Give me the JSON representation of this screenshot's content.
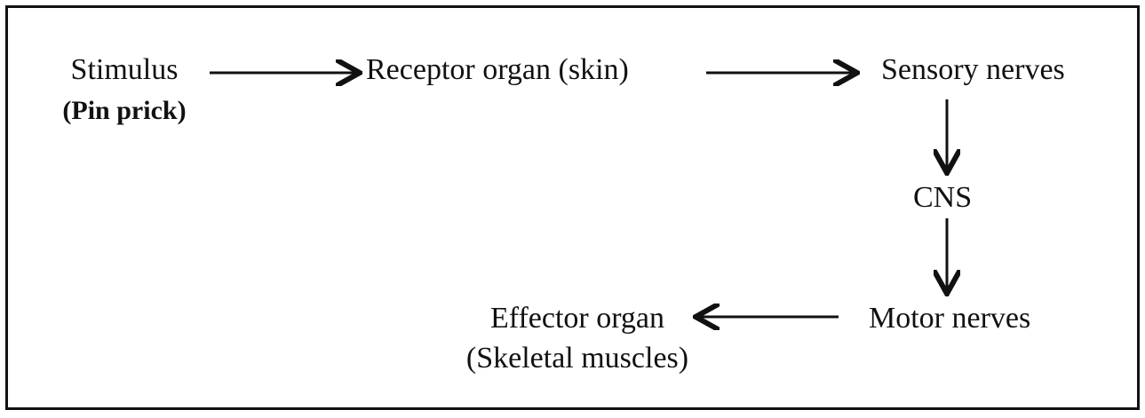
{
  "nodes": {
    "stimulus": "Stimulus",
    "stimulus_sub": "(Pin prick)",
    "receptor": "Receptor organ (skin)",
    "sensory": "Sensory nerves",
    "cns": "CNS",
    "motor": "Motor nerves",
    "effector": "Effector organ",
    "effector_sub": "(Skeletal muscles)"
  }
}
